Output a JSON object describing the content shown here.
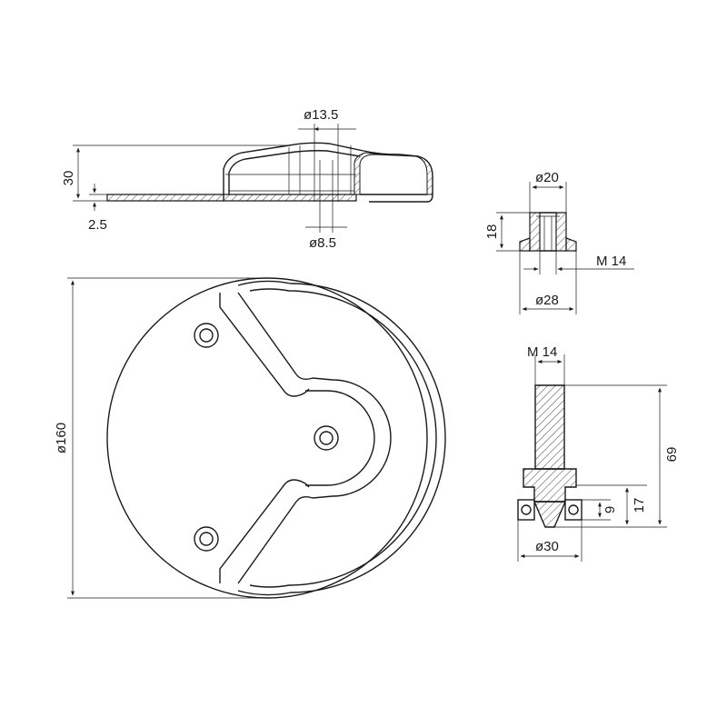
{
  "dimensions": {
    "top_cap_dia": "ø13.5",
    "top_height": "30",
    "top_thickness": "2.5",
    "top_hole_dia": "ø8.5",
    "base_dia": "ø160",
    "insert_dia_top": "ø20",
    "insert_height": "18",
    "insert_thread": "M 14",
    "insert_dia_bottom": "ø28",
    "bolt_thread": "M 14",
    "bolt_length": "69",
    "bolt_shoulder": "17",
    "bolt_nut": "9",
    "bolt_dia": "ø30"
  }
}
